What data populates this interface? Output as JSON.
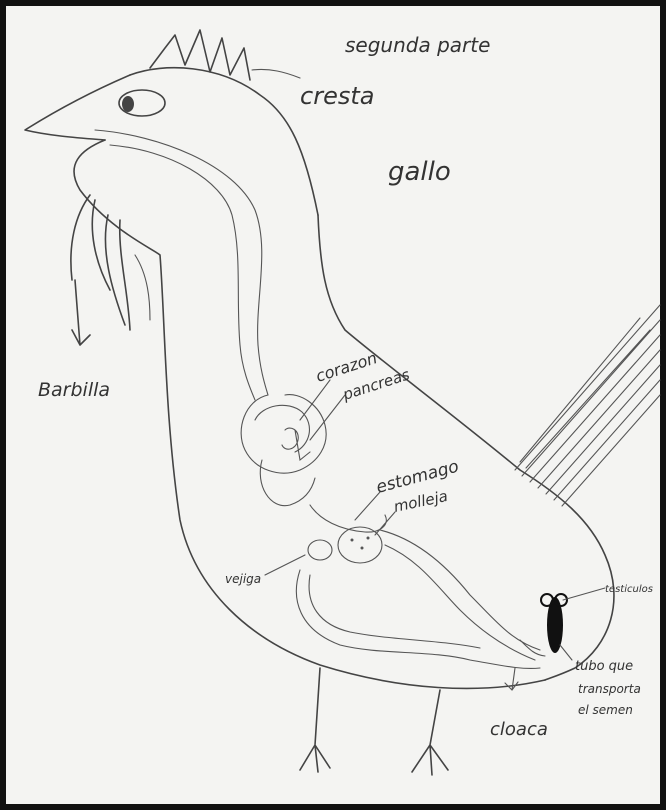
{
  "drawing": {
    "heading": "segunda parte",
    "subject": "gallo",
    "labels": {
      "cresta": "cresta",
      "barbilla": "Barbilla",
      "corazon": "corazon",
      "pancreas": "pancreas",
      "estomago": "estomago",
      "molleja": "molleja",
      "vejiga": "vejiga",
      "testiculos": "testiculos",
      "tubo_line1": "tubo que",
      "tubo_line2": "transporta",
      "tubo_line3": "el semen",
      "cloaca": "cloaca"
    }
  },
  "colors": {
    "paper": "#f4f4f2",
    "border": "#111111",
    "pencil": "#444444",
    "ink": "#111111"
  }
}
